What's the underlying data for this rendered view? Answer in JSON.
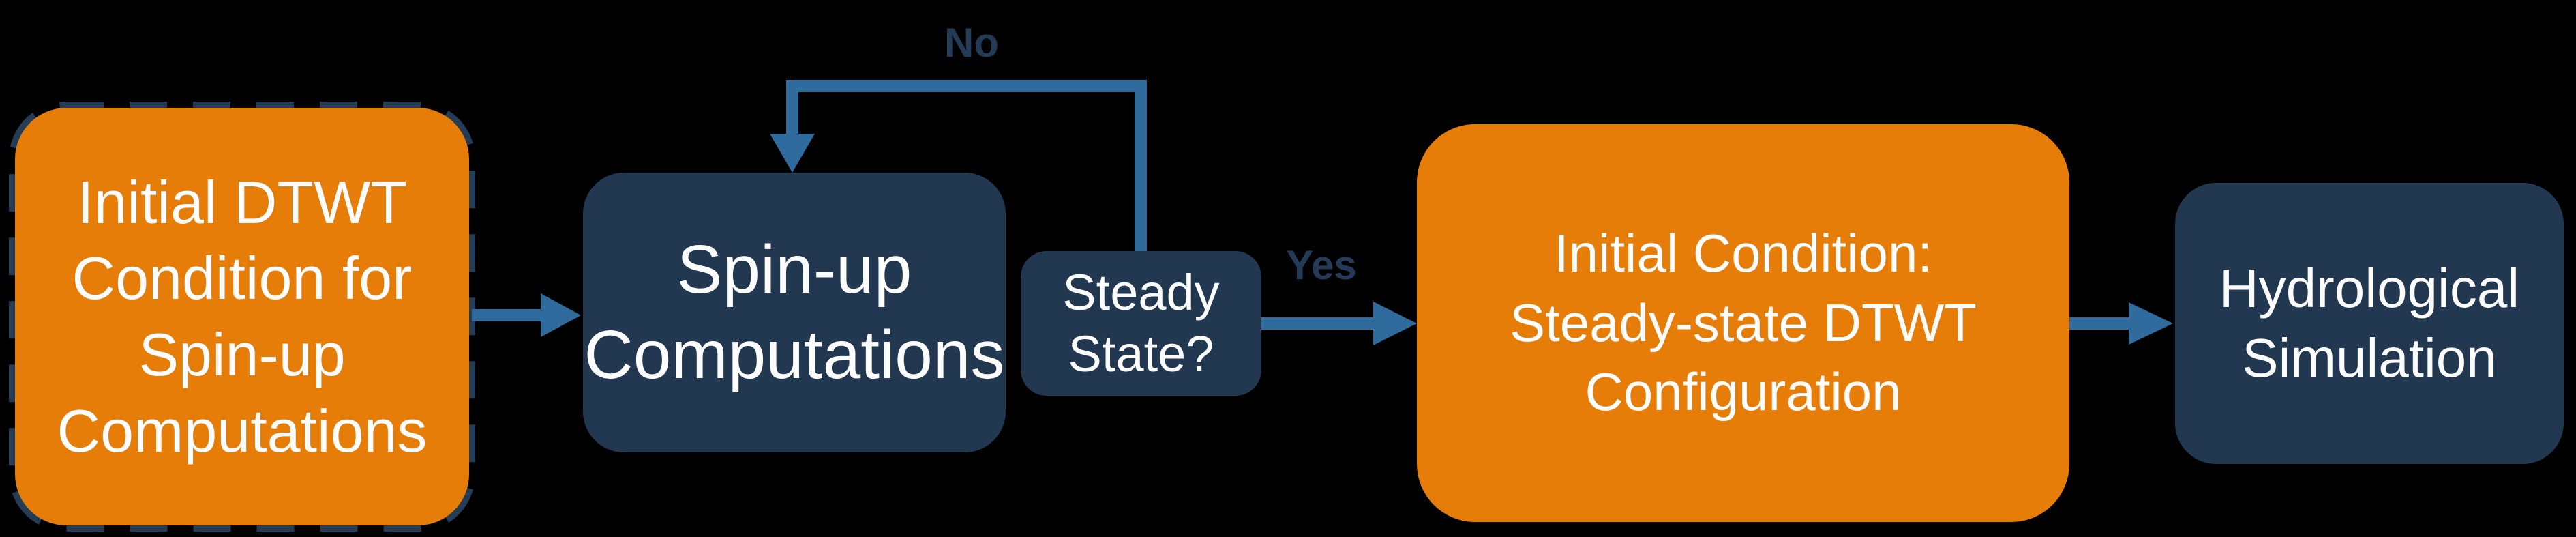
{
  "diagram": {
    "title": "",
    "background": "#000000",
    "colors": {
      "orange": "#E67D08",
      "navy": "#213850",
      "dash": "#243C56",
      "arrow": "#2F6B9C",
      "edge_label": "#243B58",
      "text": "#FCFCFC"
    },
    "nodes": [
      {
        "id": "initial-dtwt-condition",
        "type": "start-orange-dashed",
        "label": "Initial DTWT\nCondition for\nSpin-up\nComputations"
      },
      {
        "id": "spin-up-computations",
        "type": "process-navy",
        "label": "Spin-up\nComputations"
      },
      {
        "id": "steady-state-decision",
        "type": "decision-navy",
        "label": "Steady\nState?"
      },
      {
        "id": "steady-state-configuration",
        "type": "process-orange",
        "label": "Initial Condition:\nSteady-state DTWT\nConfiguration"
      },
      {
        "id": "hydrological-simulation",
        "type": "process-navy",
        "label": "Hydrological\nSimulation"
      }
    ],
    "edges": [
      {
        "from": "initial-dtwt-condition",
        "to": "spin-up-computations",
        "label": ""
      },
      {
        "from": "spin-up-computations",
        "to": "steady-state-decision",
        "label": ""
      },
      {
        "from": "steady-state-decision",
        "to": "spin-up-computations",
        "label": "No"
      },
      {
        "from": "steady-state-decision",
        "to": "steady-state-configuration",
        "label": "Yes"
      },
      {
        "from": "steady-state-configuration",
        "to": "hydrological-simulation",
        "label": ""
      }
    ]
  }
}
